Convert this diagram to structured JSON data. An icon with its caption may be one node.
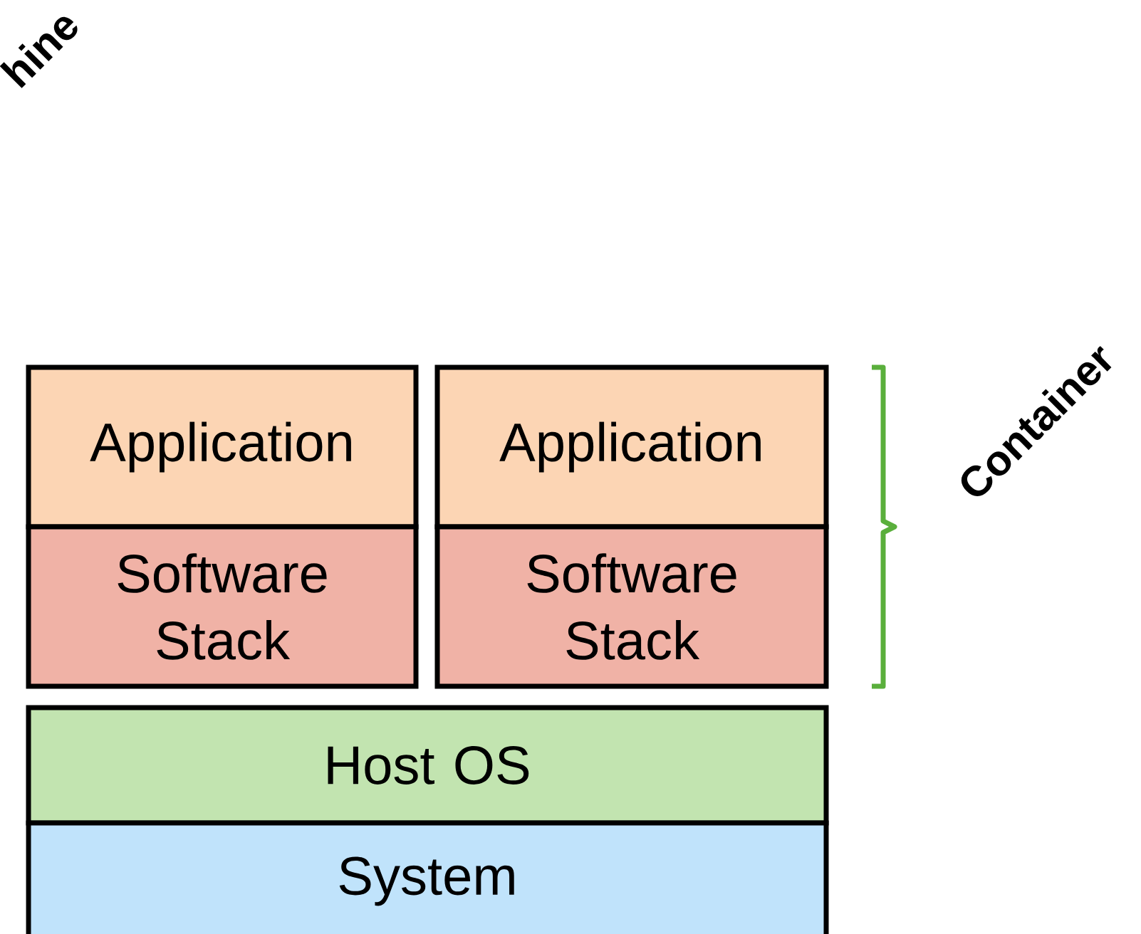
{
  "diagram": {
    "nodes": [
      {
        "text": [
          "Application"
        ]
      },
      {
        "text": [
          "Software Stack"
        ]
      },
      {
        "text": [
          "Application"
        ]
      },
      {
        "text": [
          "Software Stack"
        ]
      },
      {
        "text": [
          "Host OS"
        ]
      },
      {
        "text": [
          "System"
        ]
      }
    ],
    "labels": [
      "hine",
      "Container"
    ]
  }
}
